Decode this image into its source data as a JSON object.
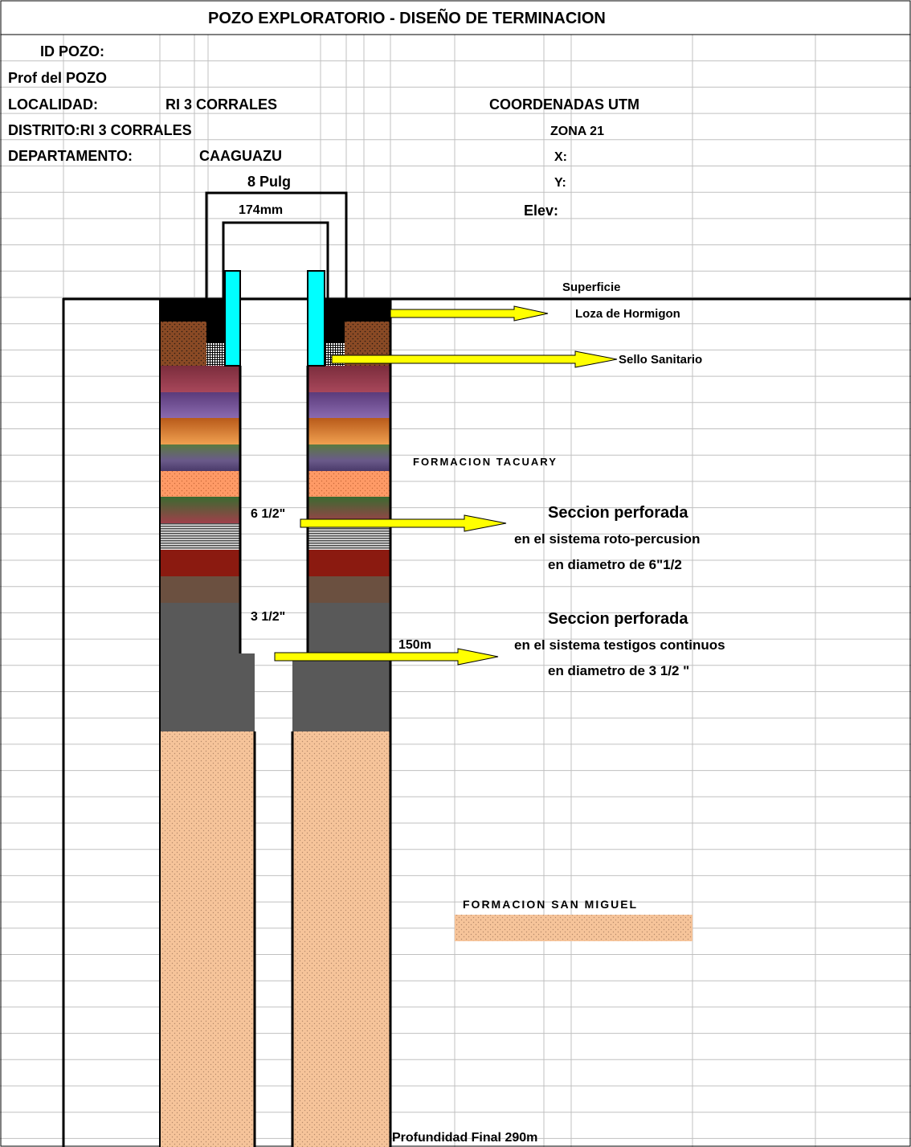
{
  "header": {
    "title": "POZO  EXPLORATORIO - DISEÑO  DE  TERMINACION",
    "id_pozo_label": "ID POZO:",
    "prof_label": "Prof del POZO",
    "localidad_label": "LOCALIDAD:",
    "localidad_value": "RI 3 CORRALES",
    "distrito": "DISTRITO:RI 3 CORRALES",
    "departamento_label": "DEPARTAMENTO:",
    "departamento_value": "CAAGUAZU",
    "coord_title": "COORDENADAS UTM",
    "zona": "ZONA 21",
    "x_label": "X:",
    "y_label": "Y:",
    "elev_label": "Elev:"
  },
  "well": {
    "outer_diameter": "8 Pulg",
    "casing_diameter": "174mm",
    "surface_label": "Superficie",
    "slab_label": "Loza de Hormigon",
    "seal_label": "Sello Sanitario",
    "formation_upper": "FORMACION TACUARY",
    "section1_diameter": "6 1/2\"",
    "section1_title": "Seccion perforada",
    "section1_line2": "en el sistema  roto-percusion",
    "section1_line3": "en diametro de 6\"1/2",
    "depth_150": "150m",
    "section2_diameter": "3 1/2\"",
    "section2_title": "Seccion perforada",
    "section2_line2": "en el sistema testigos continuos",
    "section2_line3": "en diametro de 3 1/2 \"",
    "formation_lower": "FORMACION SAN MIGUEL",
    "final_depth": "Profundidad Final 290m"
  },
  "colors": {
    "casing_cyan": "#00ffff",
    "arrow_yellow": "#ffff00",
    "concrete_black": "#000000",
    "gray_zone": "#595959",
    "sandstone": "#f7c69a",
    "grid_line": "#c0c0c0"
  }
}
